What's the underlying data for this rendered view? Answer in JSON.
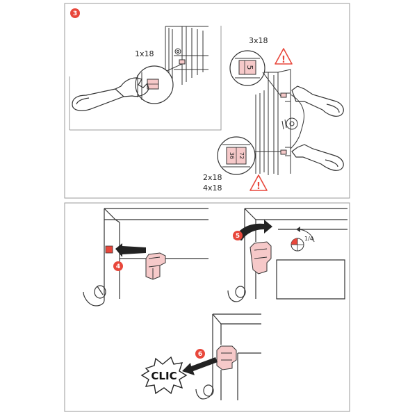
{
  "colors": {
    "accent": "#e8473b",
    "pink_part": "#f6c9c9",
    "line": "#333333",
    "panel_border": "#9a9a9a"
  },
  "panel_top": {
    "step": "3",
    "qty_left": "1x18",
    "qty_top_right": "3x18",
    "qty_bottom_right_1": "2x18",
    "qty_bottom_right_2": "4x18",
    "dial_top": "5",
    "dial_bottom": "36",
    "dial_bottom_2": "72",
    "warning_icon": "warning-triangle-icon"
  },
  "panel_bottom": {
    "step4": "4",
    "step5": "5",
    "step6": "6",
    "rotation": "1/4",
    "clic": "CLIC"
  }
}
